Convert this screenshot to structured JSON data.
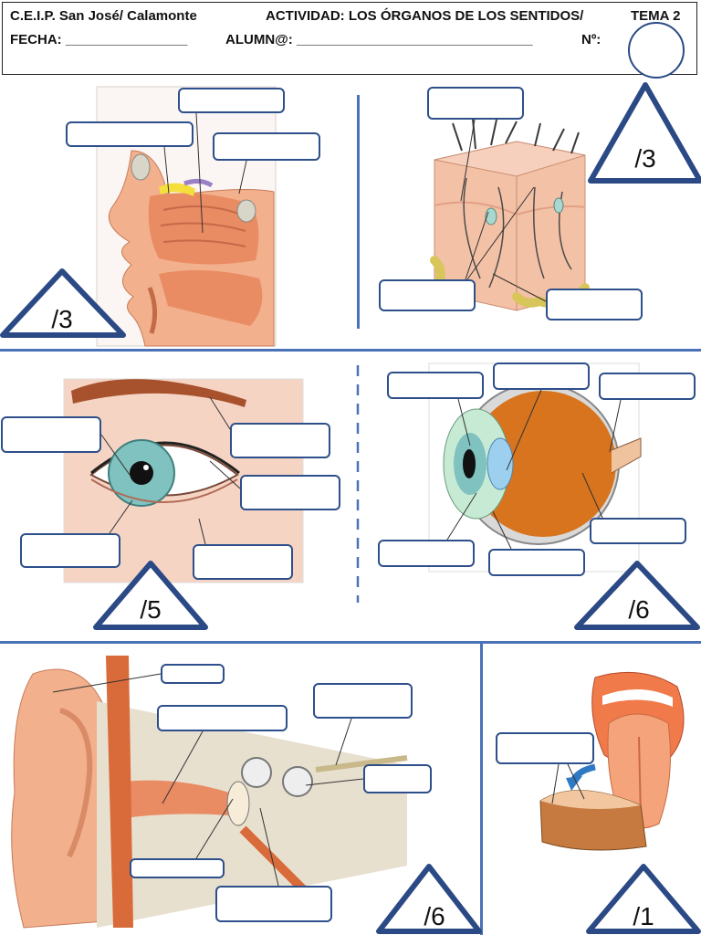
{
  "header": {
    "school": "C.E.I.P. San José/ Calamonte",
    "activity": "ACTIVIDAD: LOS ÓRGANOS DE LOS SENTIDOS/",
    "unit": "TEMA 2",
    "date_label": "FECHA: ________________",
    "student_label": "ALUMN@: _______________________________",
    "number_label": "Nº:"
  },
  "scores": {
    "nose": "/3",
    "skin": "/3",
    "eye_external": "/5",
    "eye_internal": "/6",
    "ear": "/6",
    "tongue": "/1"
  },
  "colors": {
    "box_border": "#2d4f8a",
    "divider": "#4a72b8",
    "skin_tone": "#f2b08c",
    "tissue": "#e98b63"
  }
}
